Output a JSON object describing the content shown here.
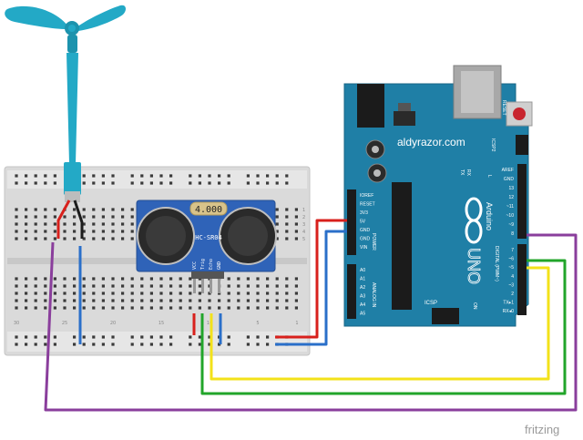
{
  "watermark": "fritzing",
  "sensor": {
    "display": "4.000",
    "model": "HC-SR04",
    "pins": [
      "VCC",
      "Trig",
      "Echo",
      "GND"
    ]
  },
  "arduino": {
    "site_label": "aldyrazor.com",
    "brand": "Arduino",
    "model": "UNO",
    "reset_label": "RESET",
    "icsp2_label": "ICSP2",
    "icsp_label": "ICSP",
    "on_label": "ON",
    "tx_label": "TX",
    "rx_label": "RX",
    "l_label": "L",
    "power_label": "POWER",
    "analog_label": "ANALOG IN",
    "digital_label": "DIGITAL (PWM~)",
    "power_pins": [
      "IOREF",
      "RESET",
      "3V3",
      "5V",
      "GND",
      "GND",
      "VIN"
    ],
    "analog_pins": [
      "A0",
      "A1",
      "A2",
      "A3",
      "A4",
      "A5"
    ],
    "digital_top": [
      "AREF",
      "GND",
      "13",
      "12",
      "~11",
      "~10",
      "~9",
      "8"
    ],
    "digital_bottom": [
      "7",
      "~6",
      "~5",
      "4",
      "~3",
      "2",
      "TX▸1",
      "RX◂0"
    ]
  },
  "breadboard": {
    "row_numbers": [
      "1",
      "2",
      "3",
      "4",
      "5"
    ],
    "col_numbers": [
      "30",
      "25",
      "20",
      "15",
      "10",
      "5",
      "1"
    ]
  },
  "colors": {
    "wire_red": "#d8201c",
    "wire_blue": "#2a6fc9",
    "wire_green": "#22a52a",
    "wire_yellow": "#f3e21a",
    "wire_purple": "#8a3e9c",
    "board": "#1f7fa6",
    "sensor": "#2f63b8",
    "fan": "#23a9c6"
  }
}
